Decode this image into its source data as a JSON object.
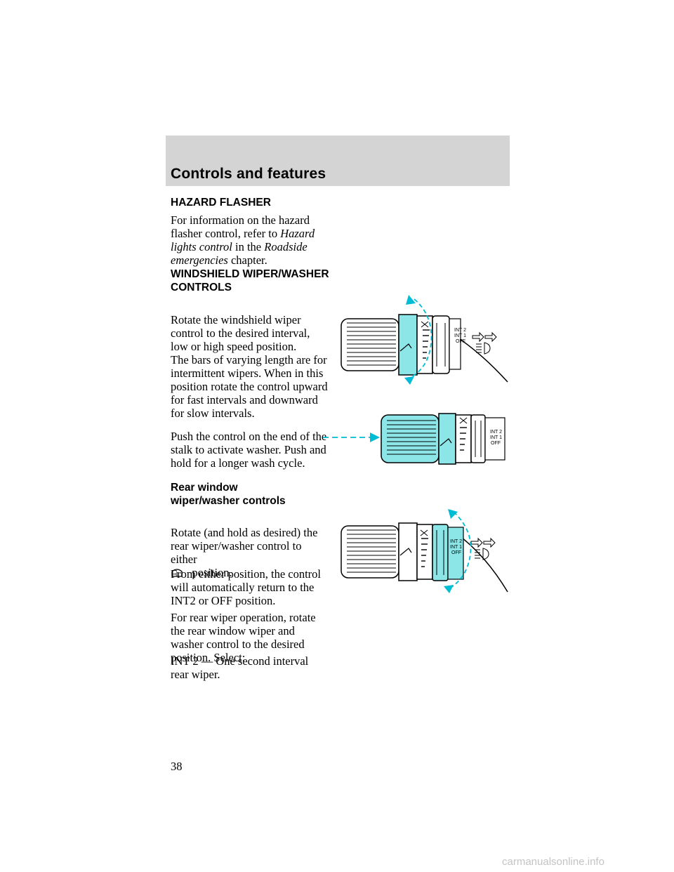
{
  "header": {
    "title": "Controls and features"
  },
  "sections": {
    "hazard": {
      "heading": "HAZARD FLASHER",
      "p1_a": "For information on the hazard flasher control, refer to ",
      "p1_link1": "Hazard lights control",
      "p1_b": " in the ",
      "p1_link2": "Roadside emergencies",
      "p1_c": " chapter."
    },
    "wiper": {
      "heading": "WINDSHIELD WIPER/WASHER CONTROLS",
      "p1": "Rotate the windshield wiper control to the desired interval, low or high speed position.",
      "p2": "The bars of varying length are for intermittent wipers. When in this position rotate the control upward for fast intervals and downward for slow intervals.",
      "p3": "Push the control on the end of the stalk to activate washer. Push and hold for a longer wash cycle."
    },
    "rear": {
      "heading": "Rear window wiper/washer controls",
      "p1_a": "Rotate (and hold as desired) the rear wiper/washer control to either",
      "p1_b": "position.",
      "p2": "From either position, the control will automatically return to the INT2 or OFF position.",
      "p3": "For rear wiper operation, rotate the rear window wiper and washer control to the desired position. Select:",
      "p4": "INT 2 — One second interval rear wiper."
    }
  },
  "figure_labels": {
    "int2": "INT 2",
    "int1": "INT 1",
    "off": "OFF"
  },
  "colors": {
    "highlight": "#8ce6e8",
    "header_bg": "#d4d4d4"
  },
  "page_number": "38",
  "watermark": "carmanualsonline.info"
}
